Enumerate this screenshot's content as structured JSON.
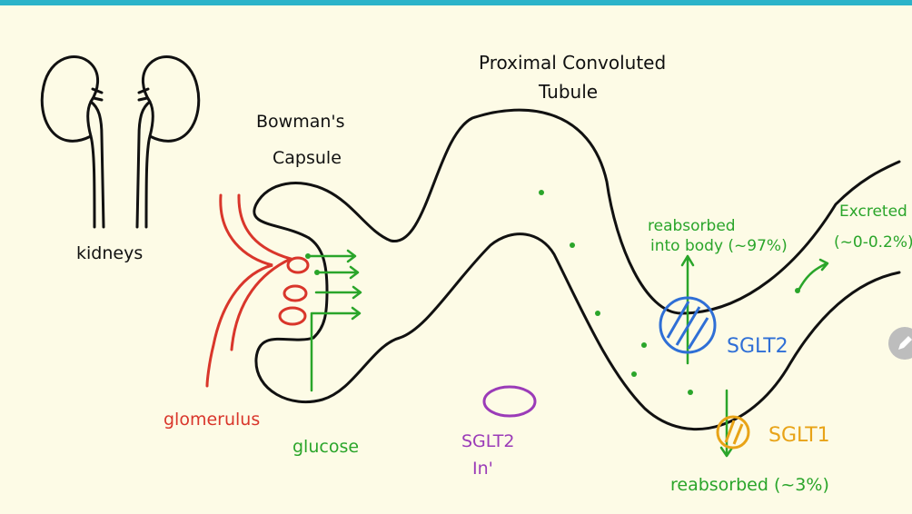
{
  "labels": {
    "kidneys": "kidneys",
    "bowmans_line1": "Bowman's",
    "bowmans_line2": "Capsule",
    "pct_line1": "Proximal Convoluted",
    "pct_line2": "Tubule",
    "glomerulus": "glomerulus",
    "glucose": "glucose",
    "sglt2_in_line1": "SGLT2",
    "sglt2_in_line2": "In'",
    "reabsorbed_body_line1": "reabsorbed",
    "reabsorbed_body_line2": "into body (~97%)",
    "excreted_line1": "Excreted",
    "excreted_line2": "(~0-0.2%)",
    "sglt2": "SGLT2",
    "sglt1": "SGLT1",
    "reabsorbed_3": "reabsorbed (~3%)"
  },
  "colors": {
    "ink": "#111111",
    "glomerulus": "#d9362b",
    "glucose": "#2aa52a",
    "sglt2": "#2f6fd6",
    "sglt1": "#e8a317",
    "sglt2_in": "#9b3bb8",
    "background": "#fdfbe6",
    "top_bar": "#2bb3c9"
  },
  "icons": {
    "edit": "pencil-icon"
  }
}
